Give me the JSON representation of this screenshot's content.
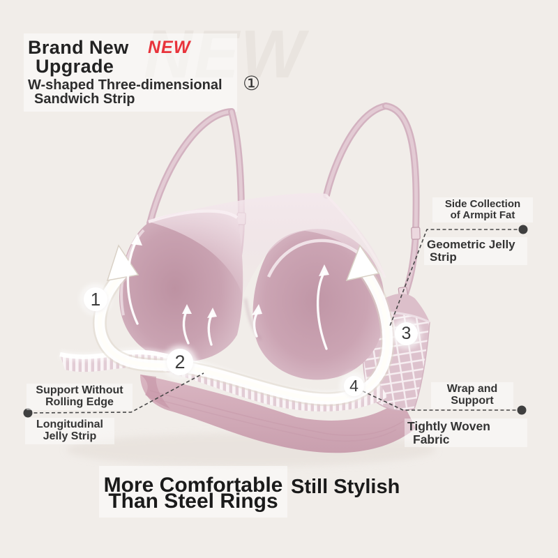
{
  "header": {
    "badge": "NEW",
    "watermark": "NEW",
    "title_line1": "Brand New",
    "title_line2": "Upgrade",
    "subtitle_line1": "W-shaped Three-dimensional",
    "subtitle_line2": "Sandwich Strip",
    "subtitle_marker": "①"
  },
  "callouts": {
    "armpit": {
      "line1": "Side Collection",
      "line2": "of Armpit Fat"
    },
    "geometric_jelly": {
      "line1": "Geometric Jelly",
      "line2": "Strip"
    },
    "support_edge": {
      "line1": "Support Without",
      "line2": "Rolling Edge"
    },
    "longitudinal_jelly": {
      "line1": "Longitudinal",
      "line2": "Jelly Strip"
    },
    "wrap_support": {
      "line1": "Wrap and",
      "line2": "Support"
    },
    "woven_fabric": {
      "line1": "Tightly Woven",
      "line2": "Fabric"
    }
  },
  "markers": {
    "m1": "1",
    "m2": "2",
    "m3": "3",
    "m4": "4"
  },
  "footer": {
    "headline_line1": "More Comfortable",
    "headline_line2": "Than Steel Rings",
    "tagline": "Still Stylish"
  },
  "colors": {
    "background": "#f1ede9",
    "accent_red": "#e8333b",
    "text_dark": "#222222",
    "bra_pink": "#c9a2b1",
    "leader_gray": "#474747"
  }
}
